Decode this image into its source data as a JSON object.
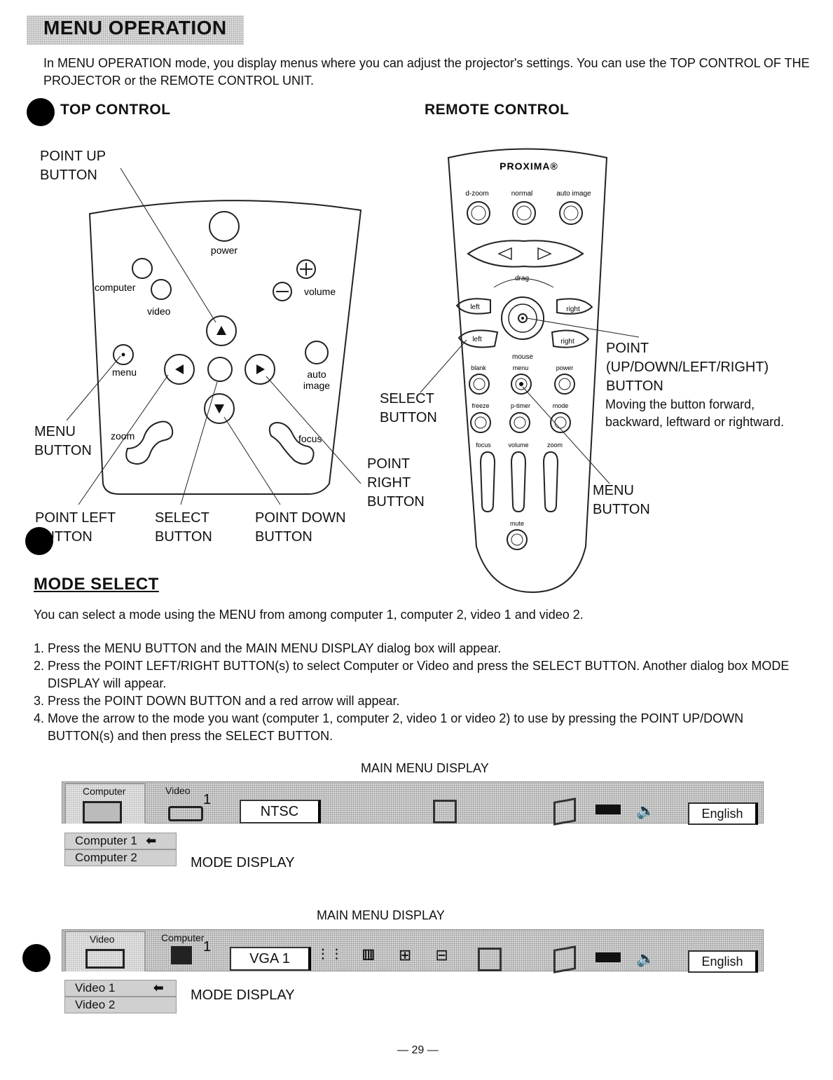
{
  "header": {
    "title": "MENU OPERATION",
    "intro": "In MENU OPERATION mode, you display menus where you can adjust the projector's settings. You can use the TOP CONTROL OF THE PROJECTOR or the REMOTE CONTROL UNIT."
  },
  "top_control": {
    "heading": "TOP CONTROL",
    "labels": {
      "point_up": "POINT UP\nBUTTON",
      "menu": "MENU\nBUTTON",
      "point_left": "POINT LEFT\nBUTTON",
      "select": "SELECT\nBUTTON",
      "point_down": "POINT DOWN\nBUTTON",
      "point_right": "POINT\nRIGHT\nBUTTON"
    },
    "panel": {
      "power": "power",
      "computer": "computer",
      "video": "video",
      "volume": "volume",
      "menu": "menu",
      "auto_image_1": "auto",
      "auto_image_2": "image",
      "zoom": "zoom",
      "focus": "focus"
    }
  },
  "remote_control": {
    "heading": "REMOTE CONTROL",
    "brand": "PROXIMA®",
    "buttons": {
      "d_zoom": "d-zoom",
      "normal": "normal",
      "auto_image": "auto image",
      "drag": "drag",
      "left": "left",
      "right": "right",
      "mouse": "mouse",
      "blank": "blank",
      "menu": "menu",
      "power": "power",
      "freeze": "freeze",
      "p_timer": "p-timer",
      "mode": "mode",
      "focus": "focus",
      "volume": "volume",
      "zoom": "zoom",
      "mute": "mute"
    },
    "labels": {
      "select": "SELECT\nBUTTON",
      "point": "POINT\n(UP/DOWN/LEFT/RIGHT)\nBUTTON",
      "point_desc": "Moving the button forward,\nbackward, leftward or rightward.",
      "menu": "MENU\nBUTTON"
    }
  },
  "mode_select": {
    "heading": "MODE SELECT",
    "intro": "You can select a mode using the MENU from among computer 1, computer 2, video 1 and video 2.",
    "steps": [
      "1. Press the MENU BUTTON and the MAIN MENU DISPLAY dialog box will appear.",
      "2. Press the POINT LEFT/RIGHT BUTTON(s) to select Computer or Video and press the SELECT BUTTON. Another dialog box MODE DISPLAY will appear.",
      "3. Press the POINT DOWN BUTTON and a red arrow will appear.",
      "4. Move the arrow to the mode you want (computer 1, computer 2, video 1 or video 2) to use by pressing the POINT UP/DOWN BUTTON(s) and then press the SELECT BUTTON."
    ]
  },
  "display1": {
    "caption": "MAIN MENU DISPLAY",
    "tab_active": "Computer",
    "tab_other": "Video",
    "number": "1",
    "field": "NTSC",
    "language": "English",
    "mode_items": [
      "Computer 1",
      "Computer 2"
    ],
    "mode_caption": "MODE DISPLAY"
  },
  "display2": {
    "caption": "MAIN MENU DISPLAY",
    "tab_active": "Video",
    "tab_other": "Computer",
    "number": "1",
    "field": "VGA 1",
    "language": "English",
    "mode_items": [
      "Video 1",
      "Video 2"
    ],
    "mode_caption": "MODE DISPLAY"
  },
  "footer": {
    "page_number": "— 29 —"
  }
}
